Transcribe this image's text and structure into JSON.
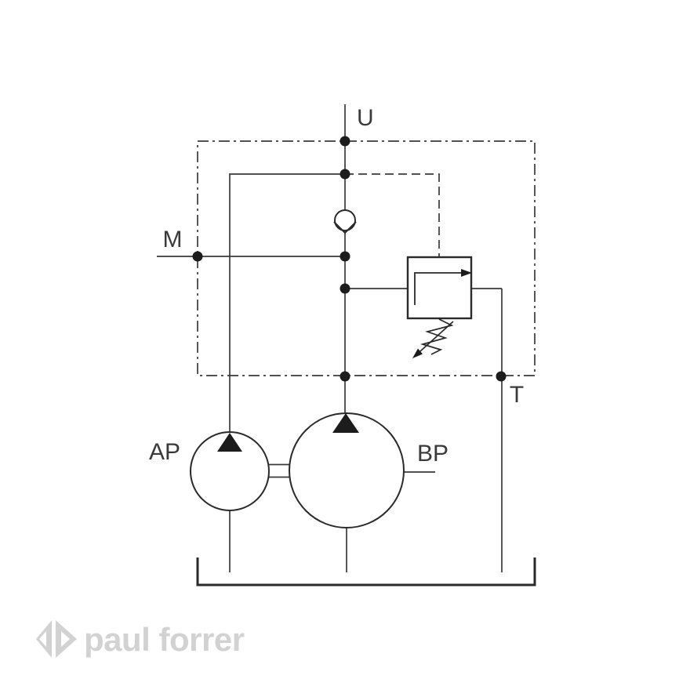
{
  "page": {
    "background": "#ffffff"
  },
  "schematic": {
    "kind": "hydraulic-circuit-diagram",
    "line_color": "#3a3a3a",
    "symbol_fill": "#1c1c1c",
    "labels": {
      "port_u": "U",
      "port_m": "M",
      "port_t": "T",
      "pump_ap": "AP",
      "pump_bp": "BP"
    },
    "components": [
      "supply-port-U",
      "gauge-port-M",
      "tank-port-T",
      "check-valve",
      "pilot-operated-relief-valve",
      "pump-AP",
      "pump-BP",
      "tank"
    ]
  },
  "logo": {
    "text": "paul forrer",
    "color": "#d2d2d2"
  }
}
